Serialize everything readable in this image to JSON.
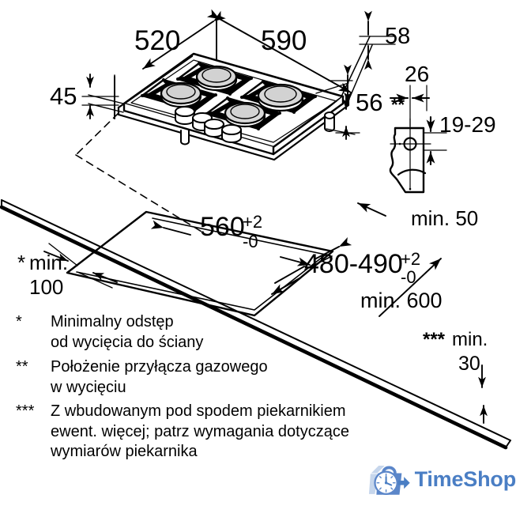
{
  "document": {
    "type": "installation-dimension-diagram",
    "product": "built-in gas hob",
    "language": "pl",
    "units": "mm"
  },
  "dimensions": {
    "hob_depth": "520",
    "hob_width": "590",
    "front_lip_height": "45",
    "top_to_frame": "58",
    "body_height": "56",
    "gas_inlet_offset": "26",
    "gas_inlet_height": "19-29",
    "gas_marker": "**",
    "cutout_width": {
      "base": "560",
      "plus": "+2",
      "minus": "-0"
    },
    "cutout_depth": {
      "base": "480-490",
      "plus": "+2",
      "minus": "-0"
    },
    "wall_clearance": {
      "mark": "*",
      "text": "min.",
      "value": "100"
    },
    "side_clearance": "min. 50",
    "worktop_depth": "min. 600",
    "bottom_clearance": {
      "mark": "***",
      "text": "min.",
      "value": "30"
    }
  },
  "legend": [
    {
      "mark": "*",
      "text": "Minimalny odstęp\nod wycięcia do ściany"
    },
    {
      "mark": "**",
      "text": "Położenie przyłącza gazowego\nw wycięciu"
    },
    {
      "mark": "***",
      "text": "Z wbudowanym pod spodem piekarnikiem\newent. więcej; patrz wymagania dotyczące\nwymiarów piekarnika"
    }
  ],
  "watermark": {
    "brand": "TimeShop",
    "icon": "shopping-bag-clock-icon",
    "color": "#4a7ec4"
  },
  "colors": {
    "line": "#000000",
    "background": "#ffffff",
    "burner_cap": "#d8d8d8",
    "brand": "#4a7ec4"
  }
}
